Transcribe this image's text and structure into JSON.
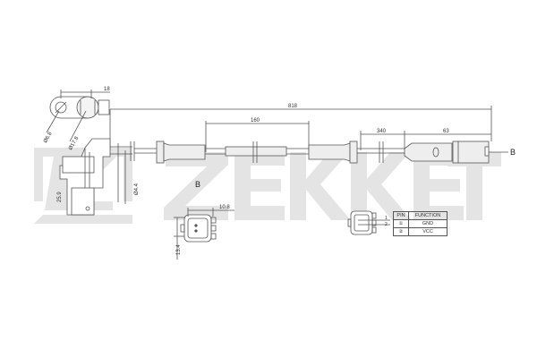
{
  "brand": {
    "watermark_text": "ZEKKERT",
    "watermark_color": "#e3e3e3"
  },
  "drawing": {
    "line_color": "#555555",
    "fill_color": "#e6e6e6",
    "dimensions": {
      "bracket_width": "18",
      "hole_diameter": "Ø6.8",
      "sensor_diameter": "Ø17.8",
      "total_length": "818",
      "middle_section": "160",
      "section_340": "340",
      "section_63": "63",
      "cable_diameter": "Ø4.4",
      "sensor_height": "25.9",
      "connector_width": "10.8",
      "connector_height": "13.4"
    },
    "view_labels": {
      "end_marker": "B",
      "view_title": "B"
    },
    "pin_markers": [
      "1",
      "2"
    ]
  },
  "pin_table": {
    "headers": [
      "PIN",
      "FUNCTION"
    ],
    "rows": [
      {
        "pin": "①",
        "function": "GND"
      },
      {
        "pin": "②",
        "function": "VCC"
      }
    ]
  }
}
